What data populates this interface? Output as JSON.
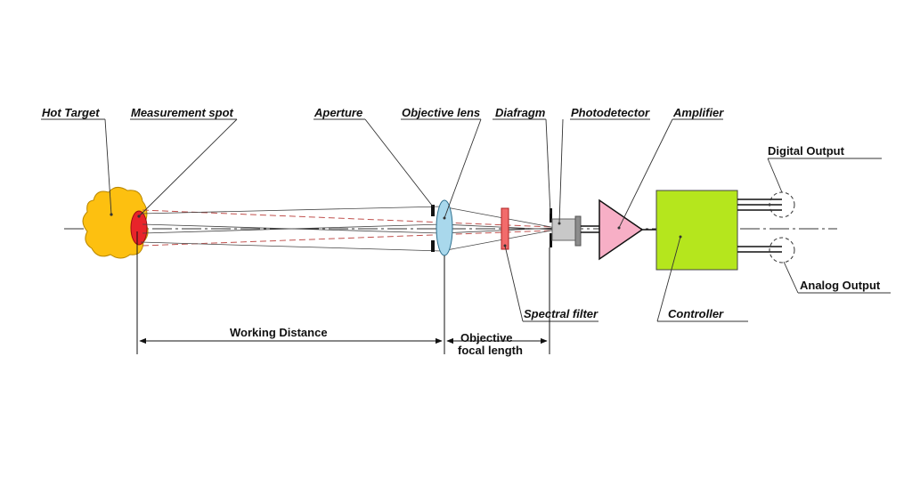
{
  "labels": {
    "hot_target": "Hot Target",
    "measurement_spot": "Measurement spot",
    "aperture": "Aperture",
    "objective_lens": "Objective lens",
    "diafragm": "Diafragm",
    "photodetector": "Photodetector",
    "amplifier": "Amplifier",
    "digital_output": "Digital Output",
    "analog_output": "Analog Output",
    "spectral_filter": "Spectral filter",
    "controller": "Controller",
    "working_distance": "Working Distance",
    "focal_length_line1": "Objective",
    "focal_length_line2": "focal length"
  },
  "colors": {
    "hot_target": "#FDC010",
    "measurement_spot": "#E8242A",
    "lens": "#A9D8EC",
    "spectral_filter": "#F26B6B",
    "photodetector": "#C8C8C8",
    "amplifier": "#F7AFC6",
    "controller": "#B5E61D",
    "rays": "#C0504D"
  }
}
